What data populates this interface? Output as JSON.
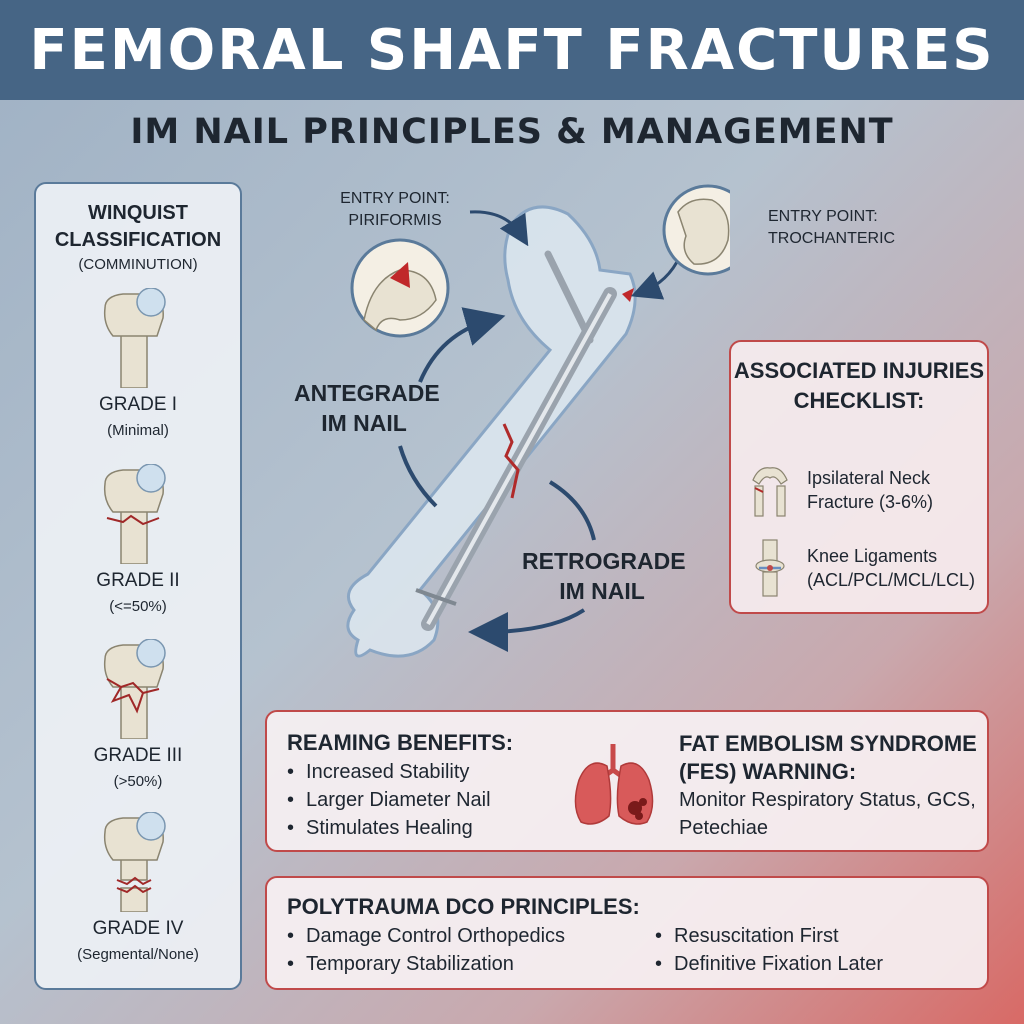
{
  "header": {
    "title": "FEMORAL SHAFT FRACTURES",
    "subtitle": "IM NAIL PRINCIPLES & MANAGEMENT"
  },
  "winquist": {
    "heading": "WINQUIST CLASSIFICATION",
    "subheading": "(COMMINUTION)",
    "grades": [
      {
        "label": "GRADE I",
        "desc": "(Minimal)"
      },
      {
        "label": "GRADE II",
        "desc": "(<=50%)"
      },
      {
        "label": "GRADE III",
        "desc": "(>50%)"
      },
      {
        "label": "GRADE IV",
        "desc": "(Segmental/None)"
      }
    ]
  },
  "diagram": {
    "entry_piriformis": "ENTRY POINT: PIRIFORMIS",
    "entry_trochanteric": "ENTRY POINT: TROCHANTERIC",
    "antegrade": "ANTEGRADE IM NAIL",
    "retrograde": "RETROGRADE IM NAIL"
  },
  "associated": {
    "heading": "ASSOCIATED INJURIES CHECKLIST:",
    "items": [
      {
        "text": "Ipsilateral Neck Fracture (3-6%)",
        "icon": "hip-icon"
      },
      {
        "text": "Knee Ligaments (ACL/PCL/MCL/LCL)",
        "icon": "knee-icon"
      }
    ]
  },
  "reaming": {
    "heading": "REAMING BENEFITS:",
    "items": [
      "Increased Stability",
      "Larger Diameter Nail",
      "Stimulates Healing"
    ]
  },
  "fes": {
    "heading": "FAT EMBOLISM SYNDROME (FES) WARNING:",
    "body": "Monitor Respiratory Status, GCS, Petechiae",
    "icon": "lungs-icon"
  },
  "polytrauma": {
    "heading": "POLYTRAUMA DCO PRINCIPLES:",
    "left_items": [
      "Damage Control Orthopedics",
      "Temporary Stabilization"
    ],
    "right_items": [
      "Resuscitation First",
      "Definitive Fixation Later"
    ]
  },
  "colors": {
    "header_bg": "#466585",
    "accent_red": "#c04a4a",
    "bone": "#e8e2d2",
    "nail": "#9aa3ad"
  }
}
